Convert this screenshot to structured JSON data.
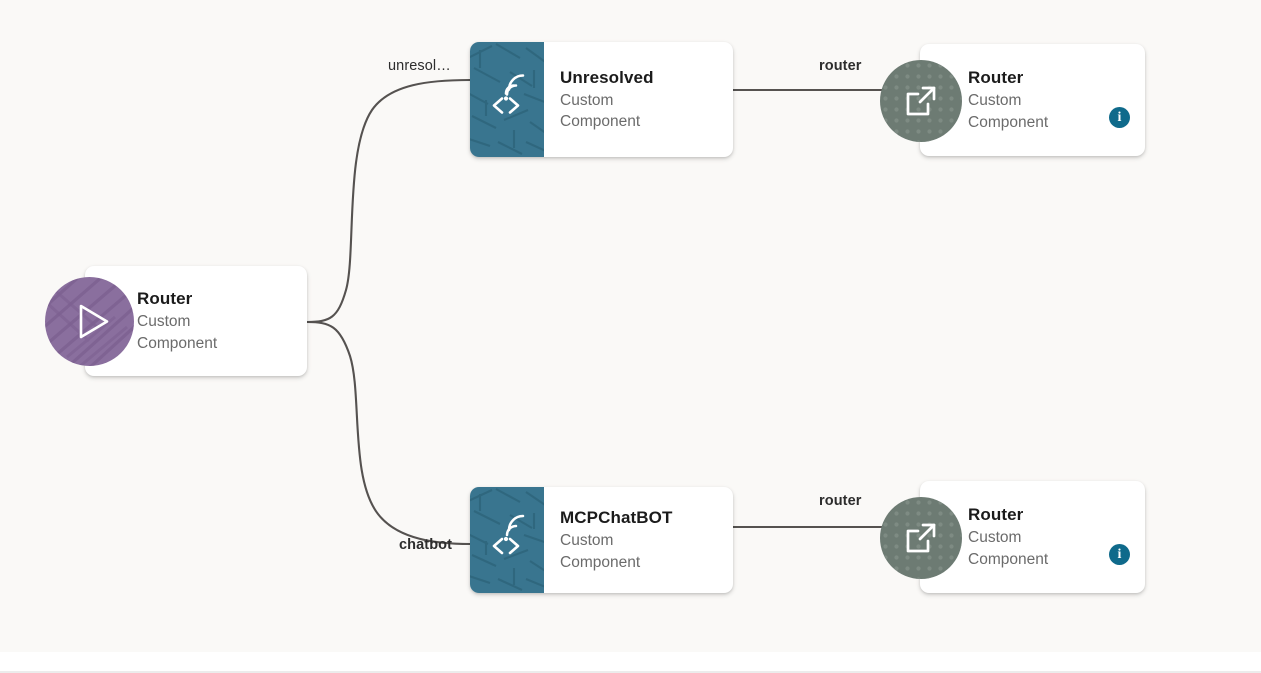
{
  "canvas": {
    "background_color": "#faf9f7",
    "edge_color": "#555250"
  },
  "nodes": [
    {
      "id": "router-source",
      "title": "Router",
      "subtitle": "Custom Component",
      "subtitle_line1": "Custom",
      "subtitle_line2": "Component",
      "icon": "play-triangle-icon",
      "icon_style": "circle",
      "icon_color": "#8a6f9e",
      "has_info_badge": false
    },
    {
      "id": "unresolved",
      "title": "Unresolved",
      "subtitle": "Custom Component",
      "subtitle_line1": "Custom",
      "subtitle_line2": "Component",
      "icon": "webhook-code-icon",
      "icon_style": "tile",
      "icon_color": "#39758f",
      "has_info_badge": false
    },
    {
      "id": "router-top",
      "title": "Router",
      "subtitle": "Custom Component",
      "subtitle_line1": "Custom",
      "subtitle_line2": "Component",
      "icon": "external-link-icon",
      "icon_style": "circle",
      "icon_color": "#6d7b73",
      "has_info_badge": true,
      "info_badge_label": "i"
    },
    {
      "id": "mcpchatbot",
      "title": "MCPChatBOT",
      "subtitle": "Custom Component",
      "subtitle_line1": "Custom",
      "subtitle_line2": "Component",
      "icon": "webhook-code-icon",
      "icon_style": "tile",
      "icon_color": "#39758f",
      "has_info_badge": false
    },
    {
      "id": "router-bottom",
      "title": "Router",
      "subtitle": "Custom Component",
      "subtitle_line1": "Custom",
      "subtitle_line2": "Component",
      "icon": "external-link-icon",
      "icon_style": "circle",
      "icon_color": "#6d7b73",
      "has_info_badge": true,
      "info_badge_label": "i"
    }
  ],
  "edges": [
    {
      "id": "edge-unresolved",
      "label": "unresol…",
      "bold": false,
      "from": "router-source",
      "to": "unresolved"
    },
    {
      "id": "edge-router-top",
      "label": "router",
      "bold": true,
      "from": "unresolved",
      "to": "router-top"
    },
    {
      "id": "edge-chatbot",
      "label": "chatbot",
      "bold": true,
      "from": "router-source",
      "to": "mcpchatbot"
    },
    {
      "id": "edge-router-bottom",
      "label": "router",
      "bold": true,
      "from": "mcpchatbot",
      "to": "router-bottom"
    }
  ]
}
